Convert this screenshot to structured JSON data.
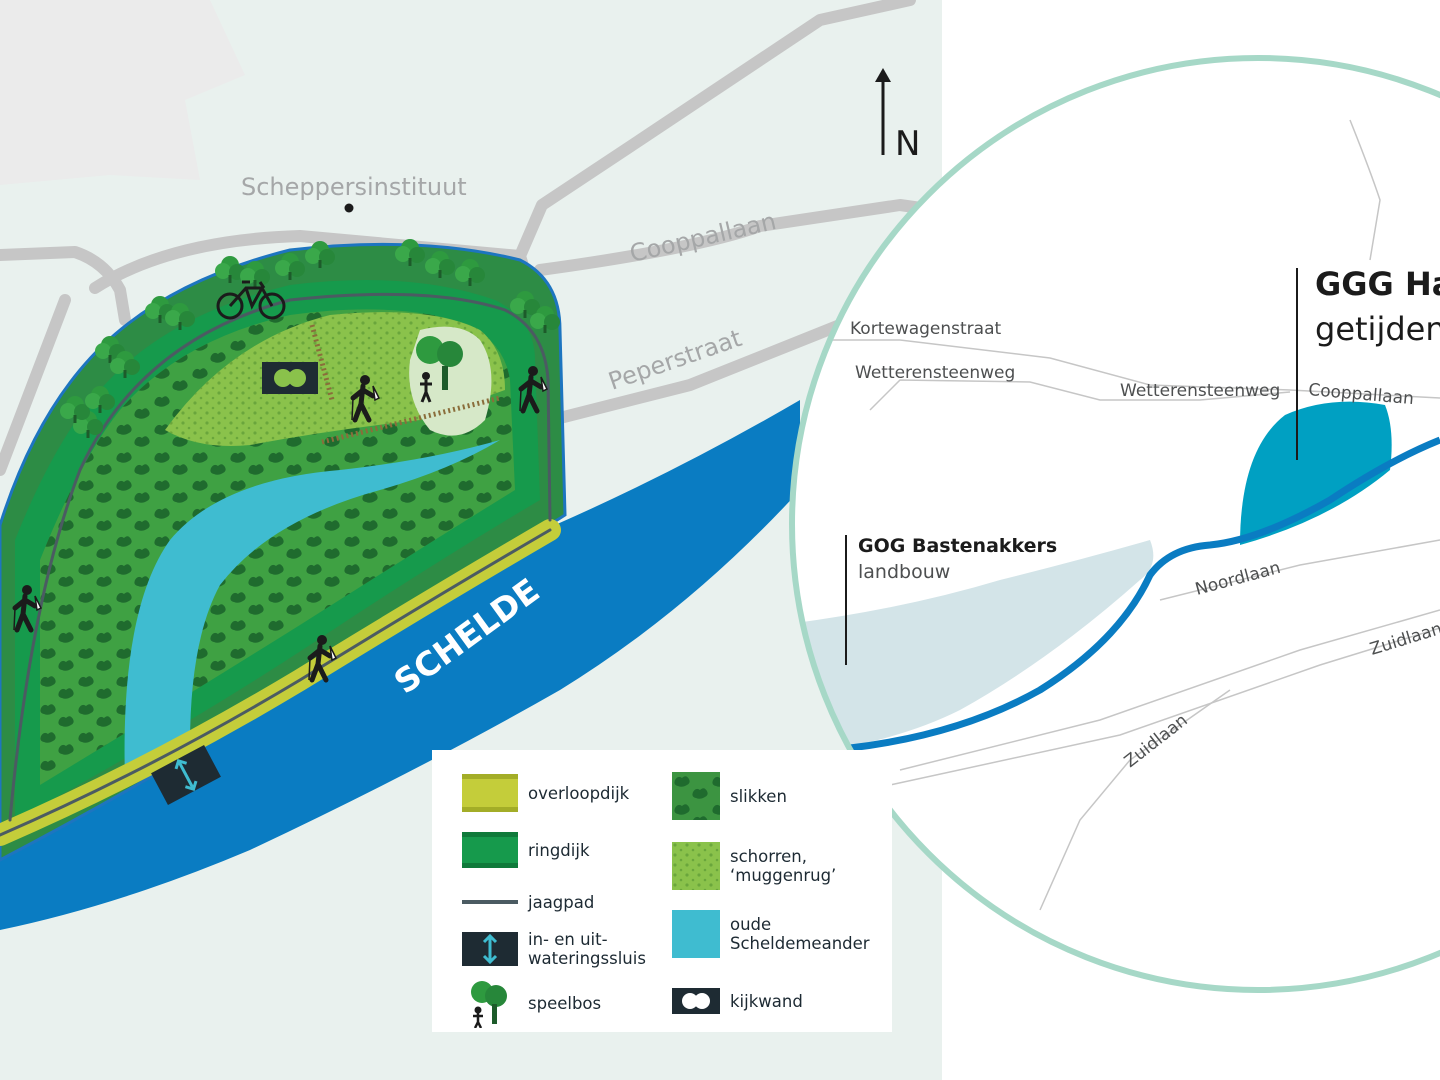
{
  "colors": {
    "land": "#e9f1ee",
    "built": "#ebebeb",
    "road": "#c6c6c6",
    "river": "#0a7cc2",
    "meander": "#3fbcd0",
    "ringdijk": "#169a4c",
    "overloopdijk": "#c4cd3a",
    "slikken": "#3c9441",
    "schorren": "#8ac24b",
    "jaagpad": "#4b5b62",
    "sluis": "#1e2b33",
    "inset_ring": "#a6d8c7",
    "inset_ggg": "#00a0c2",
    "inset_gog": "#d3e4e8"
  },
  "map": {
    "north_label": "N",
    "river_label": "SCHELDE",
    "places": {
      "scheppersinstituut": "Scheppersinstituut",
      "coppallaan": "Cooppallaan",
      "peperstraat": "Peperstraat"
    },
    "icons": [
      "bicycle-icon",
      "hiker-icon",
      "speelbos-icon",
      "kijkwand-icon",
      "sluis-icon",
      "north-arrow-icon"
    ]
  },
  "inset": {
    "ggg": {
      "title": "GGG Ha",
      "subtitle": "getijden"
    },
    "gog": {
      "title": "GOG Bastenakkers",
      "subtitle": "landbouw"
    },
    "streets": {
      "kortewagenstraat": "Kortewagenstraat",
      "wetterensteenweg_1": "Wetterensteenweg",
      "wetterensteenweg_2": "Wetterensteenweg",
      "coppallaan": "Cooppallaan",
      "noordlaan": "Noordlaan",
      "zuidlaan_1": "Zuidlaan",
      "zuidlaan_2": "Zuidlaan"
    }
  },
  "legend": {
    "items": [
      {
        "icon": "overloopdijk-swatch",
        "label": "overloopdijk"
      },
      {
        "icon": "ringdijk-swatch",
        "label": "ringdijk"
      },
      {
        "icon": "jaagpad-swatch",
        "label": "jaagpad"
      },
      {
        "icon": "sluis-icon",
        "label": "in- en uit-\nwateringssluis"
      },
      {
        "icon": "speelbos-icon",
        "label": "speelbos"
      },
      {
        "icon": "slikken-swatch",
        "label": "slikken"
      },
      {
        "icon": "schorren-swatch",
        "label": "schorren,\n‘muggenrug’"
      },
      {
        "icon": "meander-swatch",
        "label": "oude\nScheldemeander"
      },
      {
        "icon": "kijkwand-icon",
        "label": "kijkwand"
      }
    ]
  }
}
